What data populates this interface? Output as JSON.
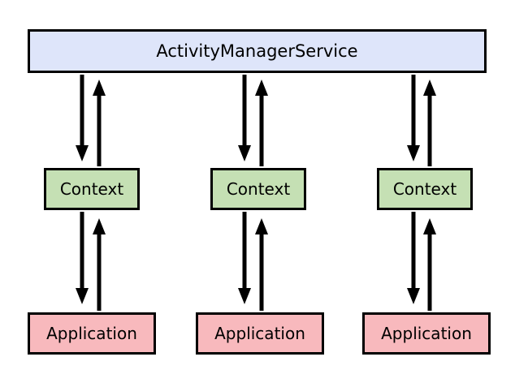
{
  "diagram": {
    "title_node": {
      "label": "ActivityManagerService",
      "fill_color": "#dee5fa",
      "border_color": "#000000"
    },
    "colors": {
      "service_fill": "#dee5fa",
      "context_fill": "#c5e0b4",
      "application_fill": "#f8b9bd",
      "border": "#000000",
      "arrow": "#000000",
      "background": "#ffffff"
    },
    "columns": [
      {
        "context": {
          "label": "Context"
        },
        "application": {
          "label": "Application"
        }
      },
      {
        "context": {
          "label": "Context"
        },
        "application": {
          "label": "Application"
        }
      },
      {
        "context": {
          "label": "Context"
        },
        "application": {
          "label": "Application"
        }
      }
    ],
    "connectors": [
      {
        "from": "ActivityManagerService",
        "to": "Context",
        "column": 0,
        "direction": "down"
      },
      {
        "from": "Context",
        "to": "ActivityManagerService",
        "column": 0,
        "direction": "up"
      },
      {
        "from": "Context",
        "to": "Application",
        "column": 0,
        "direction": "down"
      },
      {
        "from": "Application",
        "to": "Context",
        "column": 0,
        "direction": "up"
      },
      {
        "from": "ActivityManagerService",
        "to": "Context",
        "column": 1,
        "direction": "down"
      },
      {
        "from": "Context",
        "to": "ActivityManagerService",
        "column": 1,
        "direction": "up"
      },
      {
        "from": "Context",
        "to": "Application",
        "column": 1,
        "direction": "down"
      },
      {
        "from": "Application",
        "to": "Context",
        "column": 1,
        "direction": "up"
      },
      {
        "from": "ActivityManagerService",
        "to": "Context",
        "column": 2,
        "direction": "down"
      },
      {
        "from": "Context",
        "to": "ActivityManagerService",
        "column": 2,
        "direction": "up"
      },
      {
        "from": "Context",
        "to": "Application",
        "column": 2,
        "direction": "down"
      },
      {
        "from": "Application",
        "to": "Context",
        "column": 2,
        "direction": "up"
      }
    ]
  }
}
